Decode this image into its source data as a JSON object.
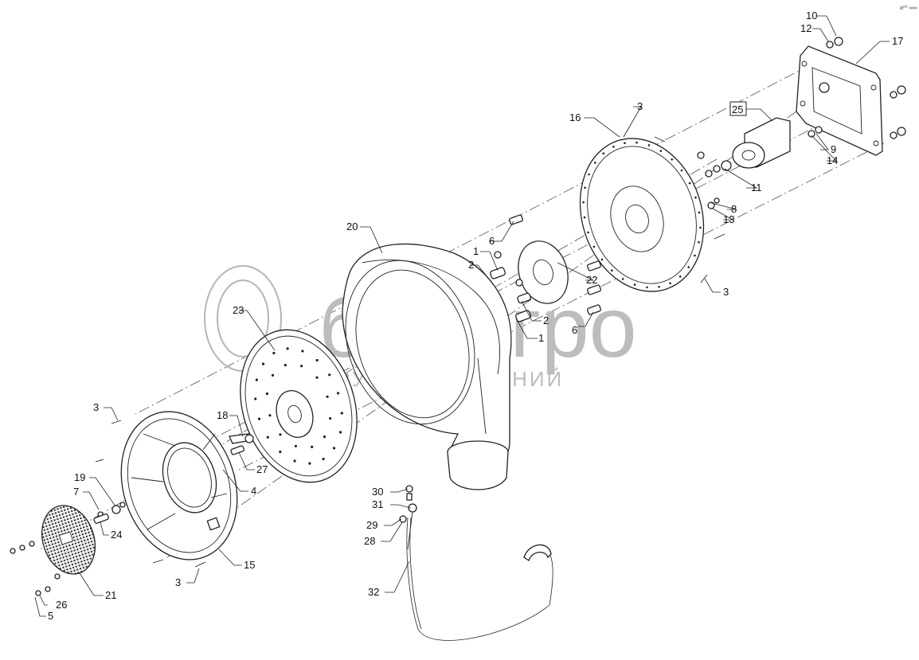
{
  "watermark": {
    "brand": "белагро",
    "tagline": "ГРУППА КОМПАНИЙ",
    "color": "#b5b5b5"
  },
  "corner_mark": "а⁰⁰ ∞∞",
  "callouts": [
    {
      "id": "c10",
      "text": "10"
    },
    {
      "id": "c12",
      "text": "12"
    },
    {
      "id": "c17",
      "text": "17"
    },
    {
      "id": "c25",
      "text": "25"
    },
    {
      "id": "c16",
      "text": "16"
    },
    {
      "id": "c3a",
      "text": "3"
    },
    {
      "id": "c9",
      "text": "9"
    },
    {
      "id": "c14",
      "text": "14"
    },
    {
      "id": "c11",
      "text": "11"
    },
    {
      "id": "c8",
      "text": "8"
    },
    {
      "id": "c13",
      "text": "13"
    },
    {
      "id": "c20",
      "text": "20"
    },
    {
      "id": "c6a",
      "text": "6"
    },
    {
      "id": "c1a",
      "text": "1"
    },
    {
      "id": "c2a",
      "text": "2"
    },
    {
      "id": "c22",
      "text": "22"
    },
    {
      "id": "c3b",
      "text": "3"
    },
    {
      "id": "c2b",
      "text": "2"
    },
    {
      "id": "c1b",
      "text": "1"
    },
    {
      "id": "c6b",
      "text": "6"
    },
    {
      "id": "c23",
      "text": "23"
    },
    {
      "id": "c18",
      "text": "18"
    },
    {
      "id": "c27",
      "text": "27"
    },
    {
      "id": "c4",
      "text": "4"
    },
    {
      "id": "c3c",
      "text": "3"
    },
    {
      "id": "c19",
      "text": "19"
    },
    {
      "id": "c7",
      "text": "7"
    },
    {
      "id": "c24",
      "text": "24"
    },
    {
      "id": "c15",
      "text": "15"
    },
    {
      "id": "c3d",
      "text": "3"
    },
    {
      "id": "c21",
      "text": "21"
    },
    {
      "id": "c26",
      "text": "26"
    },
    {
      "id": "c5",
      "text": "5"
    },
    {
      "id": "c30",
      "text": "30"
    },
    {
      "id": "c31",
      "text": "31"
    },
    {
      "id": "c29",
      "text": "29"
    },
    {
      "id": "c28",
      "text": "28"
    },
    {
      "id": "c32",
      "text": "32"
    }
  ]
}
